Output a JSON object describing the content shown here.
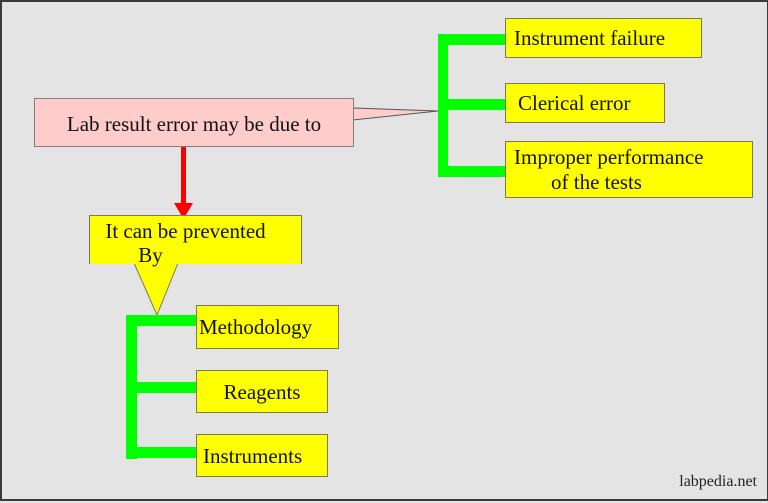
{
  "diagram": {
    "cause_box": {
      "label": "Lab result error may be due to",
      "fill": "#ffcccc"
    },
    "causes": [
      {
        "label": "Instrument failure"
      },
      {
        "label": "Clerical error"
      },
      {
        "label_line1": "Improper performance",
        "label_line2": "of the tests"
      }
    ],
    "prevention_box": {
      "label_line1": "It can be prevented",
      "label_line2": "By",
      "fill": "#ffff00"
    },
    "prevention_methods": [
      {
        "label": "Methodology"
      },
      {
        "label": "Reagents"
      },
      {
        "label": "Instruments"
      }
    ],
    "connector_color": "#00ff00",
    "arrow_color": "#ff0000",
    "background": "#e4e4e4"
  },
  "watermark": "labpedia.net"
}
